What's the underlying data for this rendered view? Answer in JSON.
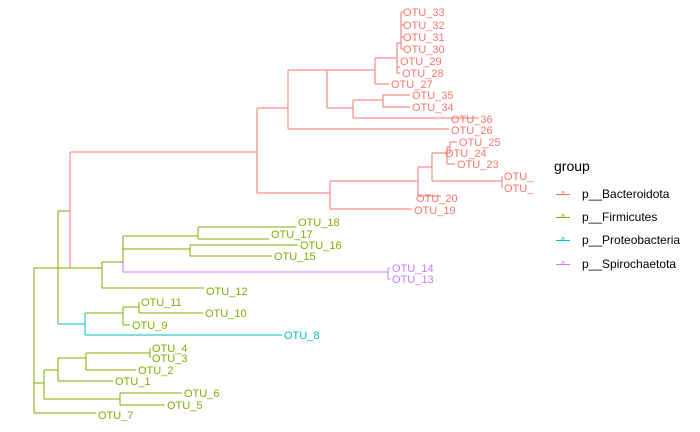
{
  "legend": {
    "title": "group",
    "items": [
      {
        "label": "p__Bacteroidota",
        "key": "bacteroidota",
        "color": "#F8766D"
      },
      {
        "label": "p__Firmicutes",
        "key": "firmicutes",
        "color": "#7CAE00"
      },
      {
        "label": "p__Proteobacteria",
        "key": "proteobacteria",
        "color": "#00BFC4"
      },
      {
        "label": "p__Spirochaetota",
        "key": "spirochaetota",
        "color": "#C77CFF"
      }
    ]
  },
  "tips": [
    {
      "label": "OTU_33",
      "group": "bacteroidota"
    },
    {
      "label": "OTU_32",
      "group": "bacteroidota"
    },
    {
      "label": "OTU_31",
      "group": "bacteroidota"
    },
    {
      "label": "OTU_30",
      "group": "bacteroidota"
    },
    {
      "label": "OTU_29",
      "group": "bacteroidota"
    },
    {
      "label": "OTU_28",
      "group": "bacteroidota"
    },
    {
      "label": "OTU_27",
      "group": "bacteroidota"
    },
    {
      "label": "OTU_35",
      "group": "bacteroidota"
    },
    {
      "label": "OTU_34",
      "group": "bacteroidota"
    },
    {
      "label": "OTU_36",
      "group": "bacteroidota"
    },
    {
      "label": "OTU_26",
      "group": "bacteroidota"
    },
    {
      "label": "OTU_25",
      "group": "bacteroidota"
    },
    {
      "label": "OTU_24",
      "group": "bacteroidota"
    },
    {
      "label": "OTU_23",
      "group": "bacteroidota"
    },
    {
      "label": "OTU_",
      "group": "bacteroidota"
    },
    {
      "label": "OTU_",
      "group": "bacteroidota"
    },
    {
      "label": "OTU_20",
      "group": "bacteroidota"
    },
    {
      "label": "OTU_19",
      "group": "bacteroidota"
    },
    {
      "label": "OTU_18",
      "group": "firmicutes"
    },
    {
      "label": "OTU_17",
      "group": "firmicutes"
    },
    {
      "label": "OTU_16",
      "group": "firmicutes"
    },
    {
      "label": "OTU_15",
      "group": "firmicutes"
    },
    {
      "label": "OTU_14",
      "group": "spirochaetota"
    },
    {
      "label": "OTU_13",
      "group": "spirochaetota"
    },
    {
      "label": "OTU_12",
      "group": "firmicutes"
    },
    {
      "label": "OTU_11",
      "group": "firmicutes"
    },
    {
      "label": "OTU_10",
      "group": "firmicutes"
    },
    {
      "label": "OTU_9",
      "group": "firmicutes"
    },
    {
      "label": "OTU_8",
      "group": "proteobacteria"
    },
    {
      "label": "OTU_4",
      "group": "firmicutes"
    },
    {
      "label": "OTU_3",
      "group": "firmicutes"
    },
    {
      "label": "OTU_2",
      "group": "firmicutes"
    },
    {
      "label": "OTU_1",
      "group": "firmicutes"
    },
    {
      "label": "OTU_6",
      "group": "firmicutes"
    },
    {
      "label": "OTU_5",
      "group": "firmicutes"
    },
    {
      "label": "OTU_7",
      "group": "firmicutes"
    }
  ]
}
